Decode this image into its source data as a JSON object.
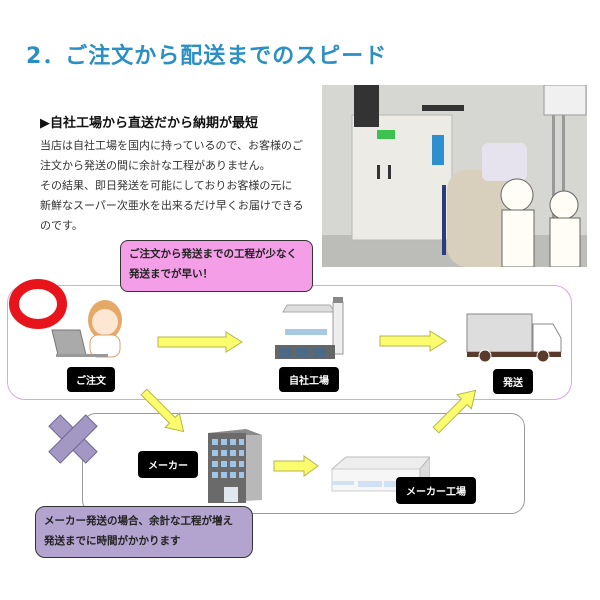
{
  "title": "2．ご注文から配送までのスピード",
  "intro": {
    "subheading": "▶自社工場から直送だから納期が最短",
    "paragraph_lines": [
      "当店は自社工場を国内に持っているので、お客様のご",
      "注文から発送の間に余計な工程がありません。",
      "その結果、即日発送を可能にしておりお客様の元に",
      "新鮮なスーパー次亜水を出来るだけ早くお届けできる",
      "のです。"
    ]
  },
  "good_flow": {
    "callout_lines": [
      "ご注文から発送までの工程が少なく",
      "発送までが早い！"
    ],
    "mark": "circle-good-mark",
    "steps": [
      {
        "label": "ご注文",
        "icon": "customer-laptop-icon"
      },
      {
        "label": "自社工場",
        "icon": "factory-icon"
      },
      {
        "label": "発送",
        "icon": "delivery-truck-icon"
      }
    ],
    "colors": {
      "mark": "#e8141c",
      "frame": "#d9a9de",
      "callout": "#f49ee8",
      "arrow": "#fbfb6e"
    }
  },
  "bad_flow": {
    "callout_lines": [
      "メーカー発送の場合、余計な工程が増え",
      "発送までに時間がかかります"
    ],
    "mark": "cross-bad-mark",
    "steps": [
      {
        "label": "メーカー",
        "icon": "office-building-icon"
      },
      {
        "label": "メーカー工場",
        "icon": "maker-factory-icon"
      }
    ],
    "colors": {
      "mark": "#a397c4",
      "frame": "#9a9a9a",
      "callout": "#b3a3cf"
    }
  },
  "photo": {
    "alt": "factory-equipment-photo-with-staff"
  },
  "title_color": "#2a8fc4"
}
